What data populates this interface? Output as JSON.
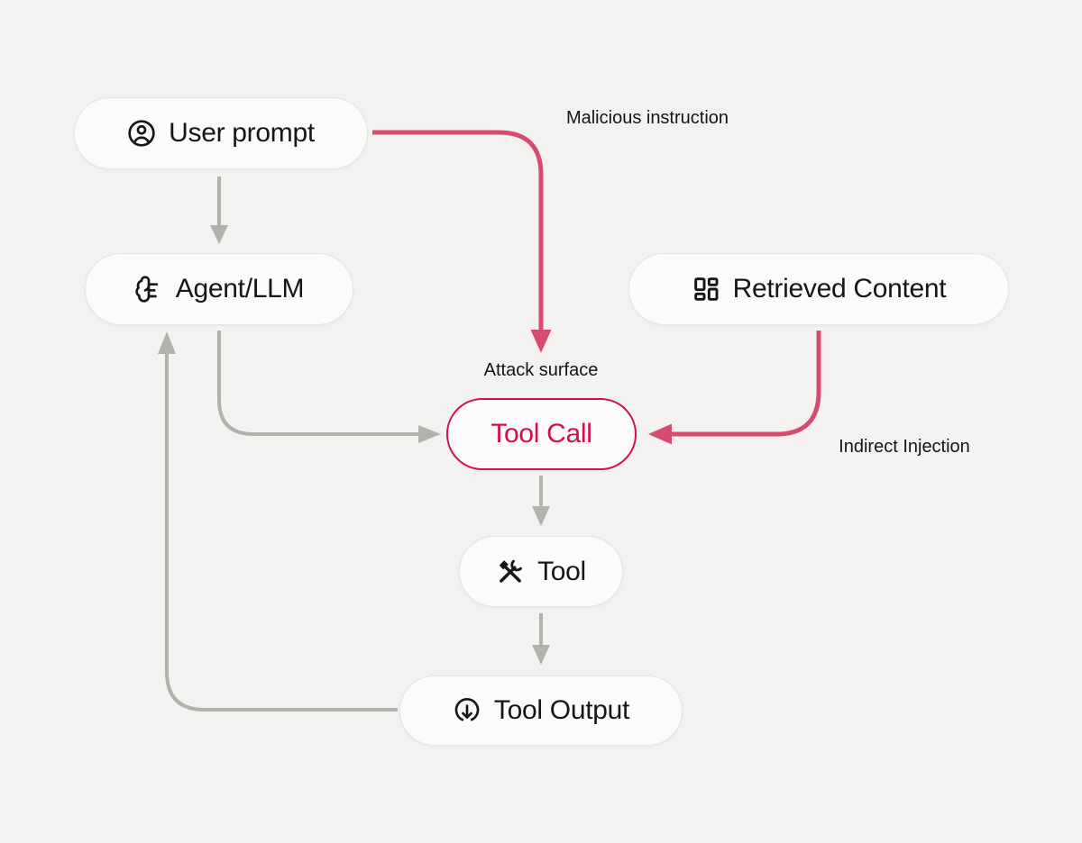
{
  "diagram": {
    "title_hint": "Prompt injection attack-surface flow",
    "nodes": {
      "user_prompt": {
        "label": "User prompt",
        "icon": "user-circle-icon"
      },
      "agent_llm": {
        "label": "Agent/LLM",
        "icon": "brain-circuit-icon"
      },
      "retrieved_content": {
        "label": "Retrieved Content",
        "icon": "layout-dashboard-icon"
      },
      "tool_call": {
        "label": "Tool Call",
        "icon": null,
        "accent": true,
        "annotation": "Attack surface"
      },
      "tool": {
        "label": "Tool",
        "icon": "hammer-wrench-icon"
      },
      "tool_output": {
        "label": "Tool Output",
        "icon": "arrow-down-circle-icon"
      }
    },
    "labels": {
      "malicious_instruction": "Malicious instruction",
      "attack_surface": "Attack surface",
      "indirect_injection": "Indirect Injection"
    },
    "edges": [
      {
        "from": "User prompt",
        "to": "Agent/LLM",
        "style": "gray"
      },
      {
        "from": "User prompt",
        "to": "Tool Call",
        "style": "red",
        "label": "Malicious instruction"
      },
      {
        "from": "Agent/LLM",
        "to": "Tool Call",
        "style": "gray"
      },
      {
        "from": "Retrieved Content",
        "to": "Tool Call",
        "style": "red",
        "label": "Indirect Injection"
      },
      {
        "from": "Tool Call",
        "to": "Tool",
        "style": "gray"
      },
      {
        "from": "Tool",
        "to": "Tool Output",
        "style": "gray"
      },
      {
        "from": "Tool Output",
        "to": "Agent/LLM",
        "style": "gray"
      }
    ]
  },
  "colors": {
    "background": "#f3f2f0",
    "node_fill": "#fcfbfa",
    "node_border": "#e8e6e3",
    "node_text": "#161616",
    "gray_arrow": "#b3b1ae",
    "red_arrow": "#d84b70",
    "accent_red": "#d0104c"
  }
}
